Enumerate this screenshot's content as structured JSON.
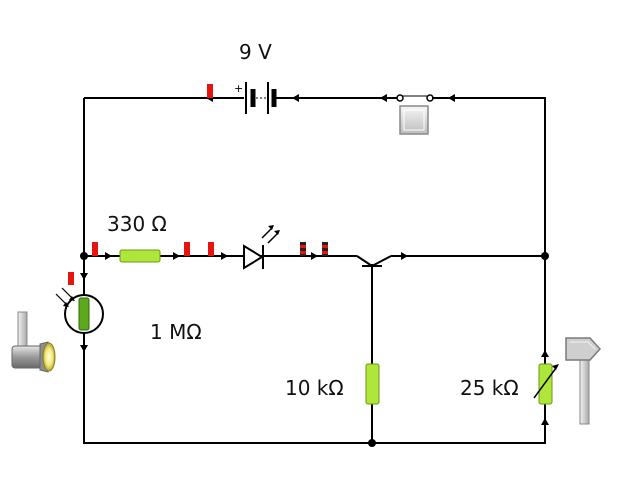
{
  "labels": {
    "battery": "9 V",
    "resistor_330": "330 Ω",
    "ldr": "1 MΩ",
    "resistor_10k": "10 kΩ",
    "pot_25k": "25 kΩ"
  },
  "colors": {
    "wire": "#000000",
    "resistor_fill": "#aee63c",
    "resistor_stroke": "#6a9a10",
    "ldr_fill": "#5ea81e",
    "marker_red": "#e4140e",
    "marker_dark": "#222222",
    "switch_face": "#cfcfcf"
  },
  "icons": {
    "lamp": "flashlight-icon",
    "switch": "push-switch-icon",
    "sign": "signpost-icon"
  }
}
